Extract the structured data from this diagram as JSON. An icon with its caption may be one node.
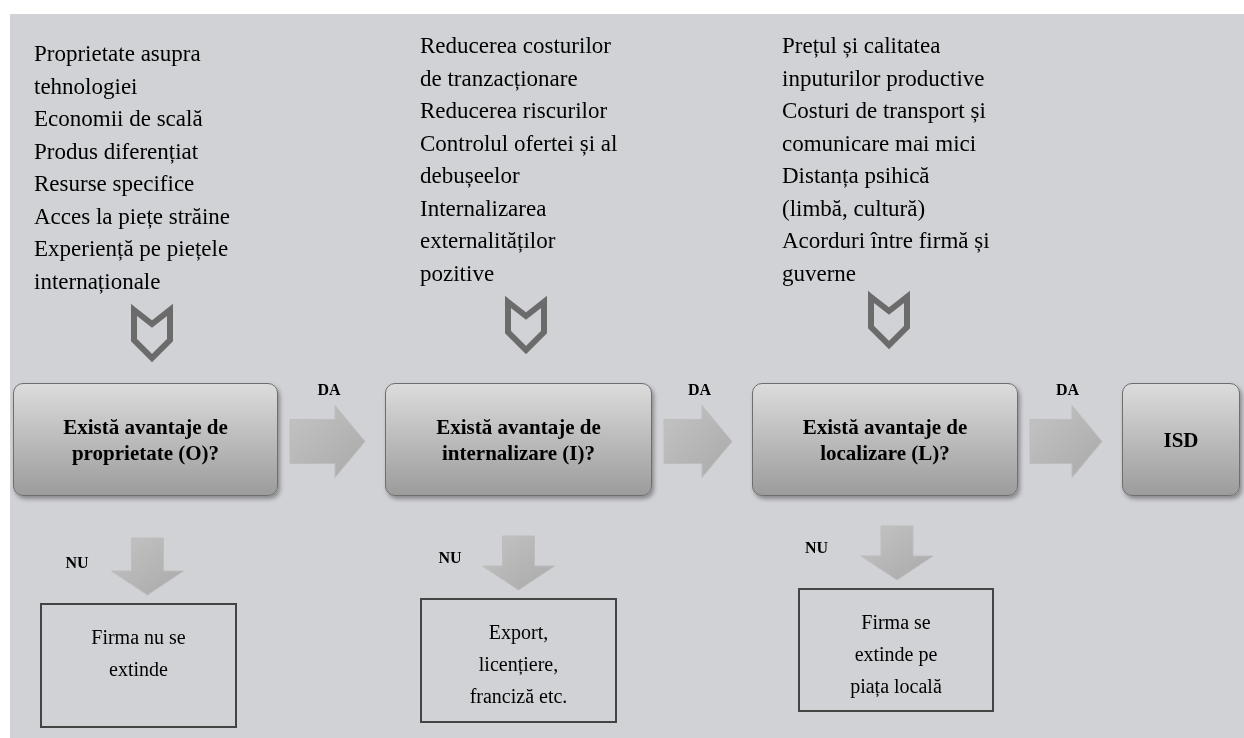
{
  "diagram": {
    "nodes": [
      {
        "text": [
          "Proprietate asupra tehnologiei",
          "Economii de scală",
          "Produs diferențiat",
          "Resurse specifice",
          "Acces la piețe străine",
          "Experiență pe piețele internaționale"
        ]
      },
      {
        "text": [
          "Reducerea costurilor de tranzacționare",
          "Reducerea riscurilor",
          "Controlul ofertei și al debușeelor",
          "Internalizarea externalităților pozitive"
        ]
      },
      {
        "text": [
          "Prețul și calitatea inputurilor productive",
          "Costuri de transport și comunicare mai mici",
          "Distanța psihică (limbă, cultură)",
          "Acorduri între firmă și guverne"
        ]
      },
      {
        "text": [
          "Există avantaje de proprietate (O)?"
        ]
      },
      {
        "text": [
          "Există avantaje de internalizare (I)?"
        ]
      },
      {
        "text": [
          "Există avantaje de localizare (L)?"
        ]
      },
      {
        "text": [
          "ISD"
        ]
      },
      {
        "text": [
          "Firma nu se extinde"
        ]
      },
      {
        "text": [
          "Export, licențiere, franciză etc."
        ]
      },
      {
        "text": [
          "Firma se extinde pe piața locală"
        ]
      }
    ],
    "edges": [
      {
        "from": 0,
        "to": 3,
        "arrow": "to"
      },
      {
        "from": 1,
        "to": 4,
        "arrow": "to"
      },
      {
        "from": 2,
        "to": 5,
        "arrow": "to"
      },
      {
        "from": 3,
        "to": 4,
        "arrow": "to",
        "label": "DA"
      },
      {
        "from": 4,
        "to": 5,
        "arrow": "to",
        "label": "DA"
      },
      {
        "from": 5,
        "to": 6,
        "arrow": "to",
        "label": "DA"
      },
      {
        "from": 3,
        "to": 7,
        "arrow": "to",
        "label": "NU"
      },
      {
        "from": 4,
        "to": 8,
        "arrow": "to",
        "label": "NU"
      },
      {
        "from": 5,
        "to": 9,
        "arrow": "to",
        "label": "NU"
      }
    ]
  }
}
